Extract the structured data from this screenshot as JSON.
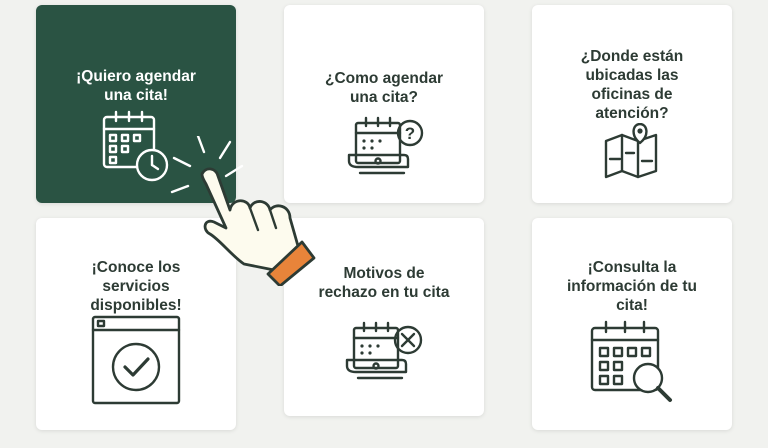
{
  "cards": [
    {
      "title": "¡Quiero agendar\nuna cita!",
      "icon": "calendar-clock-icon",
      "active": true
    },
    {
      "title": "¿Como agendar\nuna cita?",
      "icon": "calendar-question-icon",
      "active": false
    },
    {
      "title": "¿Donde están\nubicadas las\noficinas de\natención?",
      "icon": "map-pin-icon",
      "active": false
    },
    {
      "title": "¡Conoce los\nservicios\ndisponibles!",
      "icon": "window-check-icon",
      "active": false
    },
    {
      "title": "Motivos de\nrechazo en tu cita",
      "icon": "calendar-cancel-icon",
      "active": false
    },
    {
      "title": "¡Consulta la\ninformación de tu\ncita!",
      "icon": "calendar-search-icon",
      "active": false
    }
  ],
  "colors": {
    "active_bg": "#2a5343",
    "card_bg": "#ffffff",
    "text": "#2d3b34",
    "page_bg": "#f1f2ef",
    "cuff": "#e8843a"
  },
  "cursor": {
    "icon": "pointing-hand-cursor-icon"
  }
}
